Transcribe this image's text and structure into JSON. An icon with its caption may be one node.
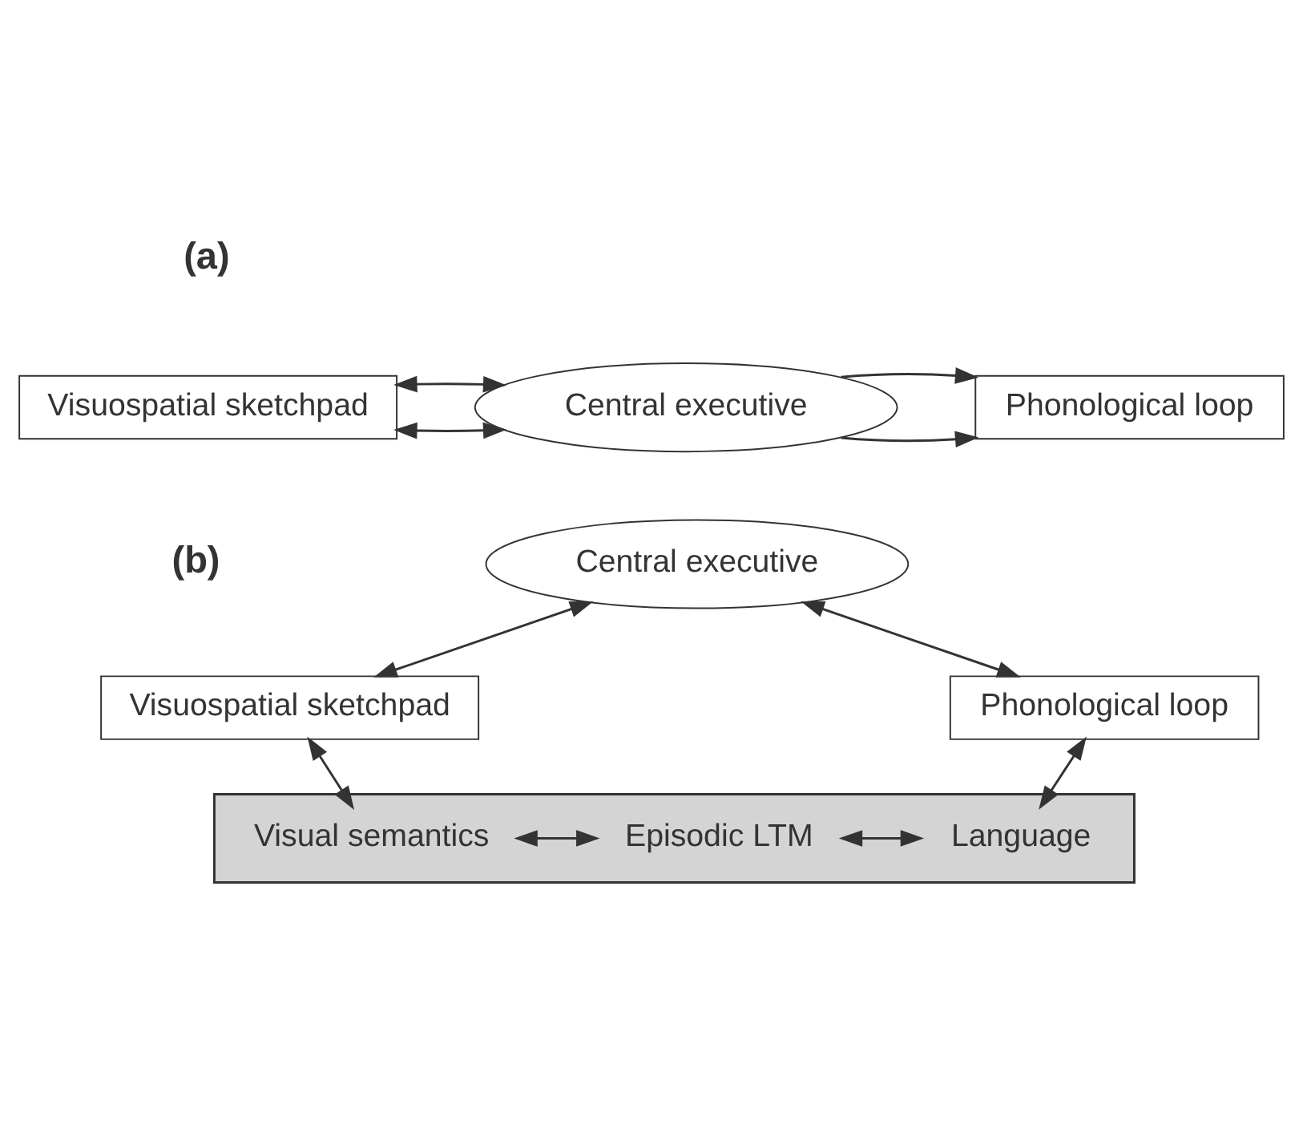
{
  "diagram": {
    "nodes": [
      {
        "text": [
          "Visuospatial sketchpad"
        ]
      },
      {
        "text": [
          "Central executive"
        ]
      },
      {
        "text": [
          "Phonological loop"
        ]
      },
      {
        "text": [
          "Central executive"
        ]
      },
      {
        "text": [
          "Visuospatial sketchpad"
        ]
      },
      {
        "text": [
          "Phonological loop"
        ]
      },
      {
        "text": [],
        "shape": "box"
      },
      {
        "text": [
          "Visual semantics"
        ],
        "in": 6
      },
      {
        "text": [
          "Episodic LTM"
        ],
        "in": 6
      },
      {
        "text": [
          "Language"
        ],
        "in": 6
      }
    ],
    "edges": [
      {
        "from": 0,
        "to": 1,
        "arrow": "both"
      },
      {
        "from": 0,
        "to": 1,
        "arrow": "both"
      },
      {
        "from": 1,
        "to": 2,
        "arrow": "to"
      },
      {
        "from": 1,
        "to": 2,
        "arrow": "to"
      },
      {
        "from": 3,
        "to": 4,
        "arrow": "both"
      },
      {
        "from": 3,
        "to": 5,
        "arrow": "both"
      },
      {
        "from": 4,
        "to": 7,
        "arrow": "both"
      },
      {
        "from": 5,
        "to": 9,
        "arrow": "both"
      },
      {
        "from": 7,
        "to": 8,
        "arrow": "both"
      },
      {
        "from": 8,
        "to": 9,
        "arrow": "both"
      }
    ],
    "labels": [
      "(a)",
      "(b)"
    ]
  }
}
